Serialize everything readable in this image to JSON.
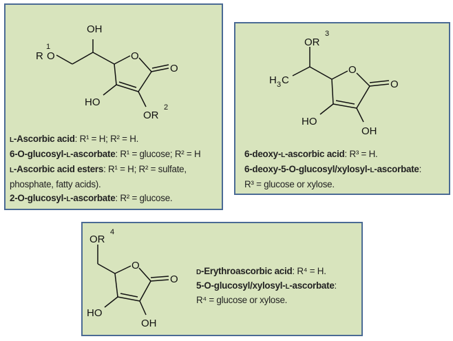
{
  "box1": {
    "atoms": {
      "oh_top": "OH",
      "r": "R",
      "r_sup": "1",
      "o_left": "O",
      "ring_o": "O",
      "carbonyl_o": "O",
      "ho": "HO",
      "or": "OR",
      "or_sup": "2"
    },
    "lines": [
      {
        "pre": "",
        "sc": "L",
        "post": "-Ascorbic acid",
        "rest": ": R¹ = H; R² = H."
      },
      {
        "pre": "6-O-glucosyl-",
        "sc": "L",
        "post": "-ascorbate",
        "rest": ": R¹ = glucose; R² = H"
      },
      {
        "pre": "",
        "sc": "L",
        "post": "-Ascorbic acid esters",
        "rest": ": R¹ = H; R² = sulfate,"
      },
      {
        "pre": "",
        "sc": "",
        "post": "",
        "rest": "phosphate, fatty acids)."
      },
      {
        "pre": "2-O-glucosyl-",
        "sc": "L",
        "post": "-ascorbate",
        "rest": ": R² = glucose."
      }
    ]
  },
  "box2": {
    "atoms": {
      "or": "OR",
      "or_sup": "3",
      "h3c_h": "H",
      "h3c_sub": "3",
      "h3c_c": "C",
      "ring_o": "O",
      "carbonyl_o": "O",
      "ho": "HO",
      "oh": "OH"
    },
    "lines": [
      {
        "pre": "6-deoxy-",
        "sc": "L",
        "post": "-ascorbic acid",
        "rest": ": R³ = H."
      },
      {
        "pre": "6-deoxy-5-O-glucosyl/xylosyl-",
        "sc": "L",
        "post": "-ascorbate",
        "rest": ":"
      },
      {
        "pre": "",
        "sc": "",
        "post": "",
        "rest": "R³ = glucose or xylose."
      }
    ]
  },
  "box3": {
    "atoms": {
      "or": "OR",
      "or_sup": "4",
      "ring_o": "O",
      "carbonyl_o": "O",
      "ho": "HO",
      "oh": "OH"
    },
    "lines": [
      {
        "pre": "",
        "sc": "D",
        "post": "-Erythroascorbic acid",
        "rest": ": R⁴ = H."
      },
      {
        "pre": "5-O-glucosyl/xylosyl-",
        "sc": "L",
        "post": "-ascorbate",
        "rest": ":"
      },
      {
        "pre": "",
        "sc": "",
        "post": "",
        "rest": "R⁴  = glucose or xylose."
      }
    ]
  }
}
